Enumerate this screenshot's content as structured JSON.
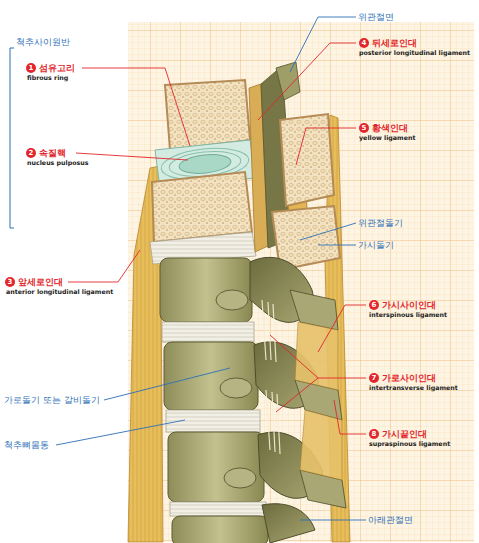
{
  "diagram": {
    "labels": [
      "척추사이원반",
      "1",
      "섬유고리",
      "fibrous ring",
      "2",
      "속질핵",
      "nucleus pulposus",
      "3",
      "앞세로인대",
      "anterior longitudinal ligament",
      "위관절면",
      "4",
      "뒤세로인대",
      "posterior longitudinal ligament",
      "5",
      "황색인대",
      "yellow ligament",
      "위관절돌기",
      "가시돌기",
      "6",
      "가시사이인대",
      "interspinous ligament",
      "7",
      "가로사이인대",
      "intertransverse ligament",
      "8",
      "가시끝인대",
      "supraspinous ligament",
      "가로돌기 또는 갈비돌기",
      "척추뼈몸통",
      "아래관절면"
    ]
  }
}
